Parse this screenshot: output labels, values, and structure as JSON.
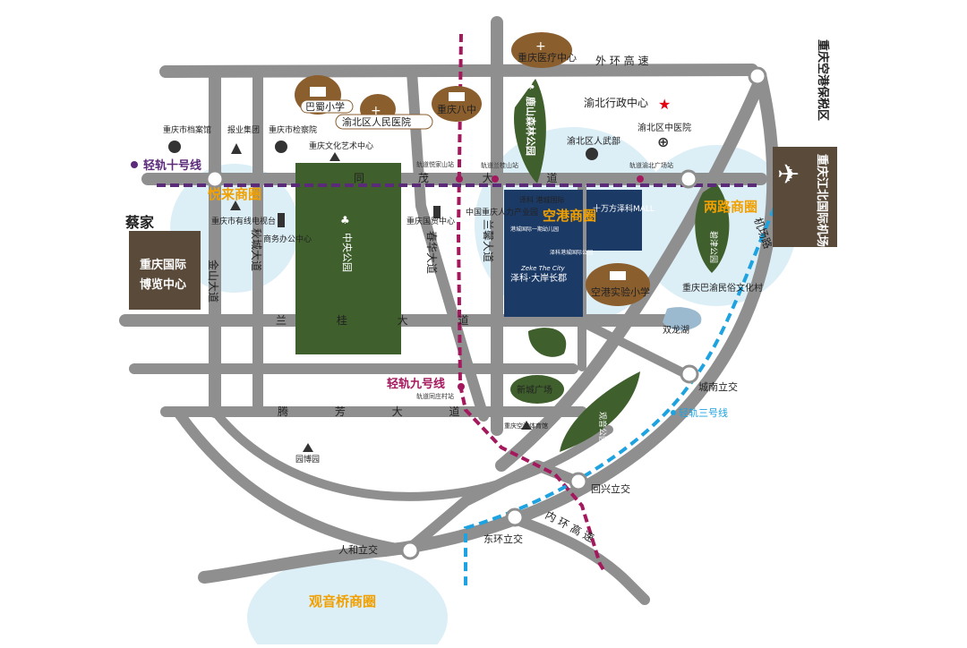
{
  "colors": {
    "road": "#8f8f8f",
    "park": "#3f5f2c",
    "metro": "#a4195e",
    "line10": "#5b2b7a",
    "line3": "#1ea3e0",
    "zone": "#f0a000",
    "circle": "#dceef6",
    "school": "#8b5e2e",
    "box": "#5a4a3a",
    "project": "#1c3a66",
    "water": "#9bb9cf"
  },
  "icons": [
    "book-icon",
    "hospital-cross-icon",
    "building-icon",
    "mountain-icon",
    "plane-icon",
    "star-icon",
    "tree-icon",
    "metro-station-icon"
  ],
  "labels": {
    "waihuan": "外 环 高 速",
    "bonded_zone": "重庆空港保税区",
    "yubei_admin": "渝北行政中心",
    "medical_center": "重庆医疗中心",
    "luzhou_park": "鹿山森林公园",
    "bashu_school": "巴蜀小学",
    "yubei_hospital": "渝北区人民医院",
    "chongqing_8th": "重庆八中",
    "archives": "重庆市档案馆",
    "baoye": "报业集团",
    "procuratorate": "重庆市检察院",
    "culture_center": "重庆文化艺术中心",
    "armed_forces": "渝北区人武部",
    "chinese_hospital": "渝北区中医院",
    "line10": "轻轨十号线",
    "yuelai": "悦来商圈",
    "caijia": "蔡家",
    "expo_center": "重庆国际博览中心",
    "tv_tower": "重庆市有线电视台",
    "business_center": "商务办公中心",
    "central_park": "中央公园",
    "trade_center": "重庆国贸中心",
    "hr_park": "中国重庆人力产业园",
    "konggang_zone": "空港商圈",
    "mall": "十万方泽科MALL",
    "lianglu_zone": "两路商圈",
    "bijin_park": "碧津公园",
    "airport": "重庆江北国际机场",
    "folk_village": "重庆巴渝民俗文化村",
    "experimental_school": "空港实验小学",
    "shuanglong_lake": "双龙湖",
    "chengnan_interchange": "城南立交",
    "line9": "轻轨九号线",
    "xincheng_plaza": "新城广场",
    "guanyin_park": "观音公园",
    "sports_center": "重庆空港体育馆",
    "line3": "轻轨三号线",
    "yuanbo": "园博园",
    "huixing_interchange": "回兴立交",
    "renhe_interchange": "人和立交",
    "donghuan_interchange": "东环立交",
    "neihuan": "内 环 高 速",
    "guanyinqiao_zone": "观音桥商圈",
    "tongmao": "同 茂 大 道",
    "langui": "兰 桂 大 道",
    "jinfang": "腾 芳 大 道",
    "jinshan": "金山大道",
    "qiucheng": "秋城大道",
    "chunhua": "春华大道",
    "lanxin": "兰馨大道",
    "jichang_road": "机场路",
    "project_brand": "泽科 港城国际",
    "project_name": "泽科·大岸长郡",
    "project_en": "Zeke The City",
    "project_sub1": "港城国际一期幼儿园",
    "project_sub2": "泽科港城国际公园",
    "stn_yuejia": "轨道悦家山站",
    "stn_lanxin": "轨道兰桂山站",
    "stn_yubei": "轨道渝北广场站",
    "stn_tongzhuang": "轨道同庄村站"
  }
}
